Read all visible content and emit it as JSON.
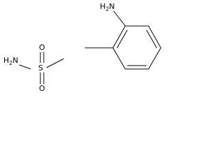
{
  "molecules": [
    {
      "name": "methanesulfonamide",
      "atoms": {
        "amine_n": {
          "main": "H",
          "sub": "2",
          "tail": "N"
        },
        "sulfur": {
          "main": "S"
        },
        "oxygen_top": {
          "main": "O"
        },
        "oxygen_bottom": {
          "main": "O"
        }
      }
    },
    {
      "name": "o-toluidine",
      "atoms": {
        "amine_n": {
          "main": "H",
          "sub": "2",
          "tail": "N"
        }
      }
    }
  ],
  "colors": {
    "ink": "#000000",
    "background": "#ffffff"
  }
}
